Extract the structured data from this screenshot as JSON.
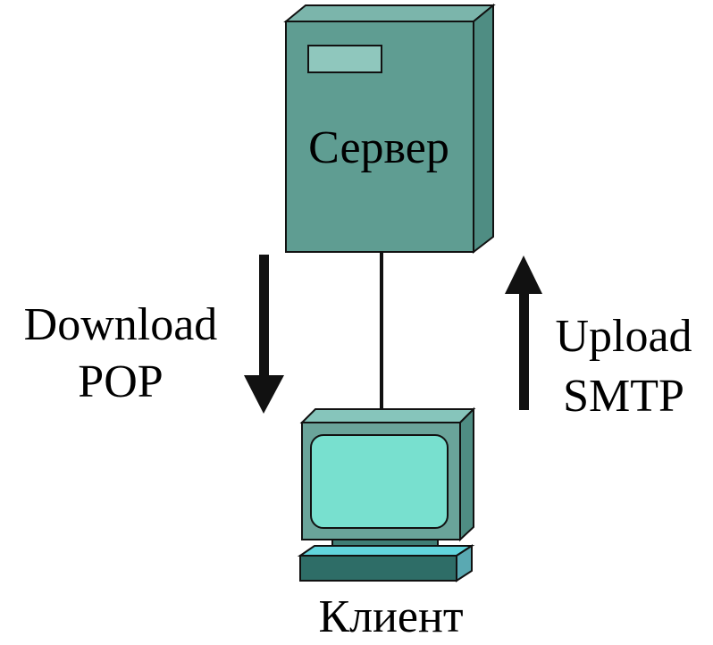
{
  "server": {
    "label": "Сервер"
  },
  "client": {
    "label": "Клиент"
  },
  "download": {
    "line1": "Download",
    "line2": "POP"
  },
  "upload": {
    "line1": "Upload",
    "line2": "SMTP"
  },
  "colors": {
    "server_front": "#5f9d92",
    "server_side": "#4f8d83",
    "server_top": "#7bb5ab",
    "server_panel": "#8fc7bd",
    "monitor_body": "#6aa49a",
    "monitor_screen": "#78e0cf",
    "monitor_base": "#2e6d67",
    "monitor_stand": "#3f7d75",
    "base_accent": "#62d5dd",
    "outline": "#111111"
  }
}
